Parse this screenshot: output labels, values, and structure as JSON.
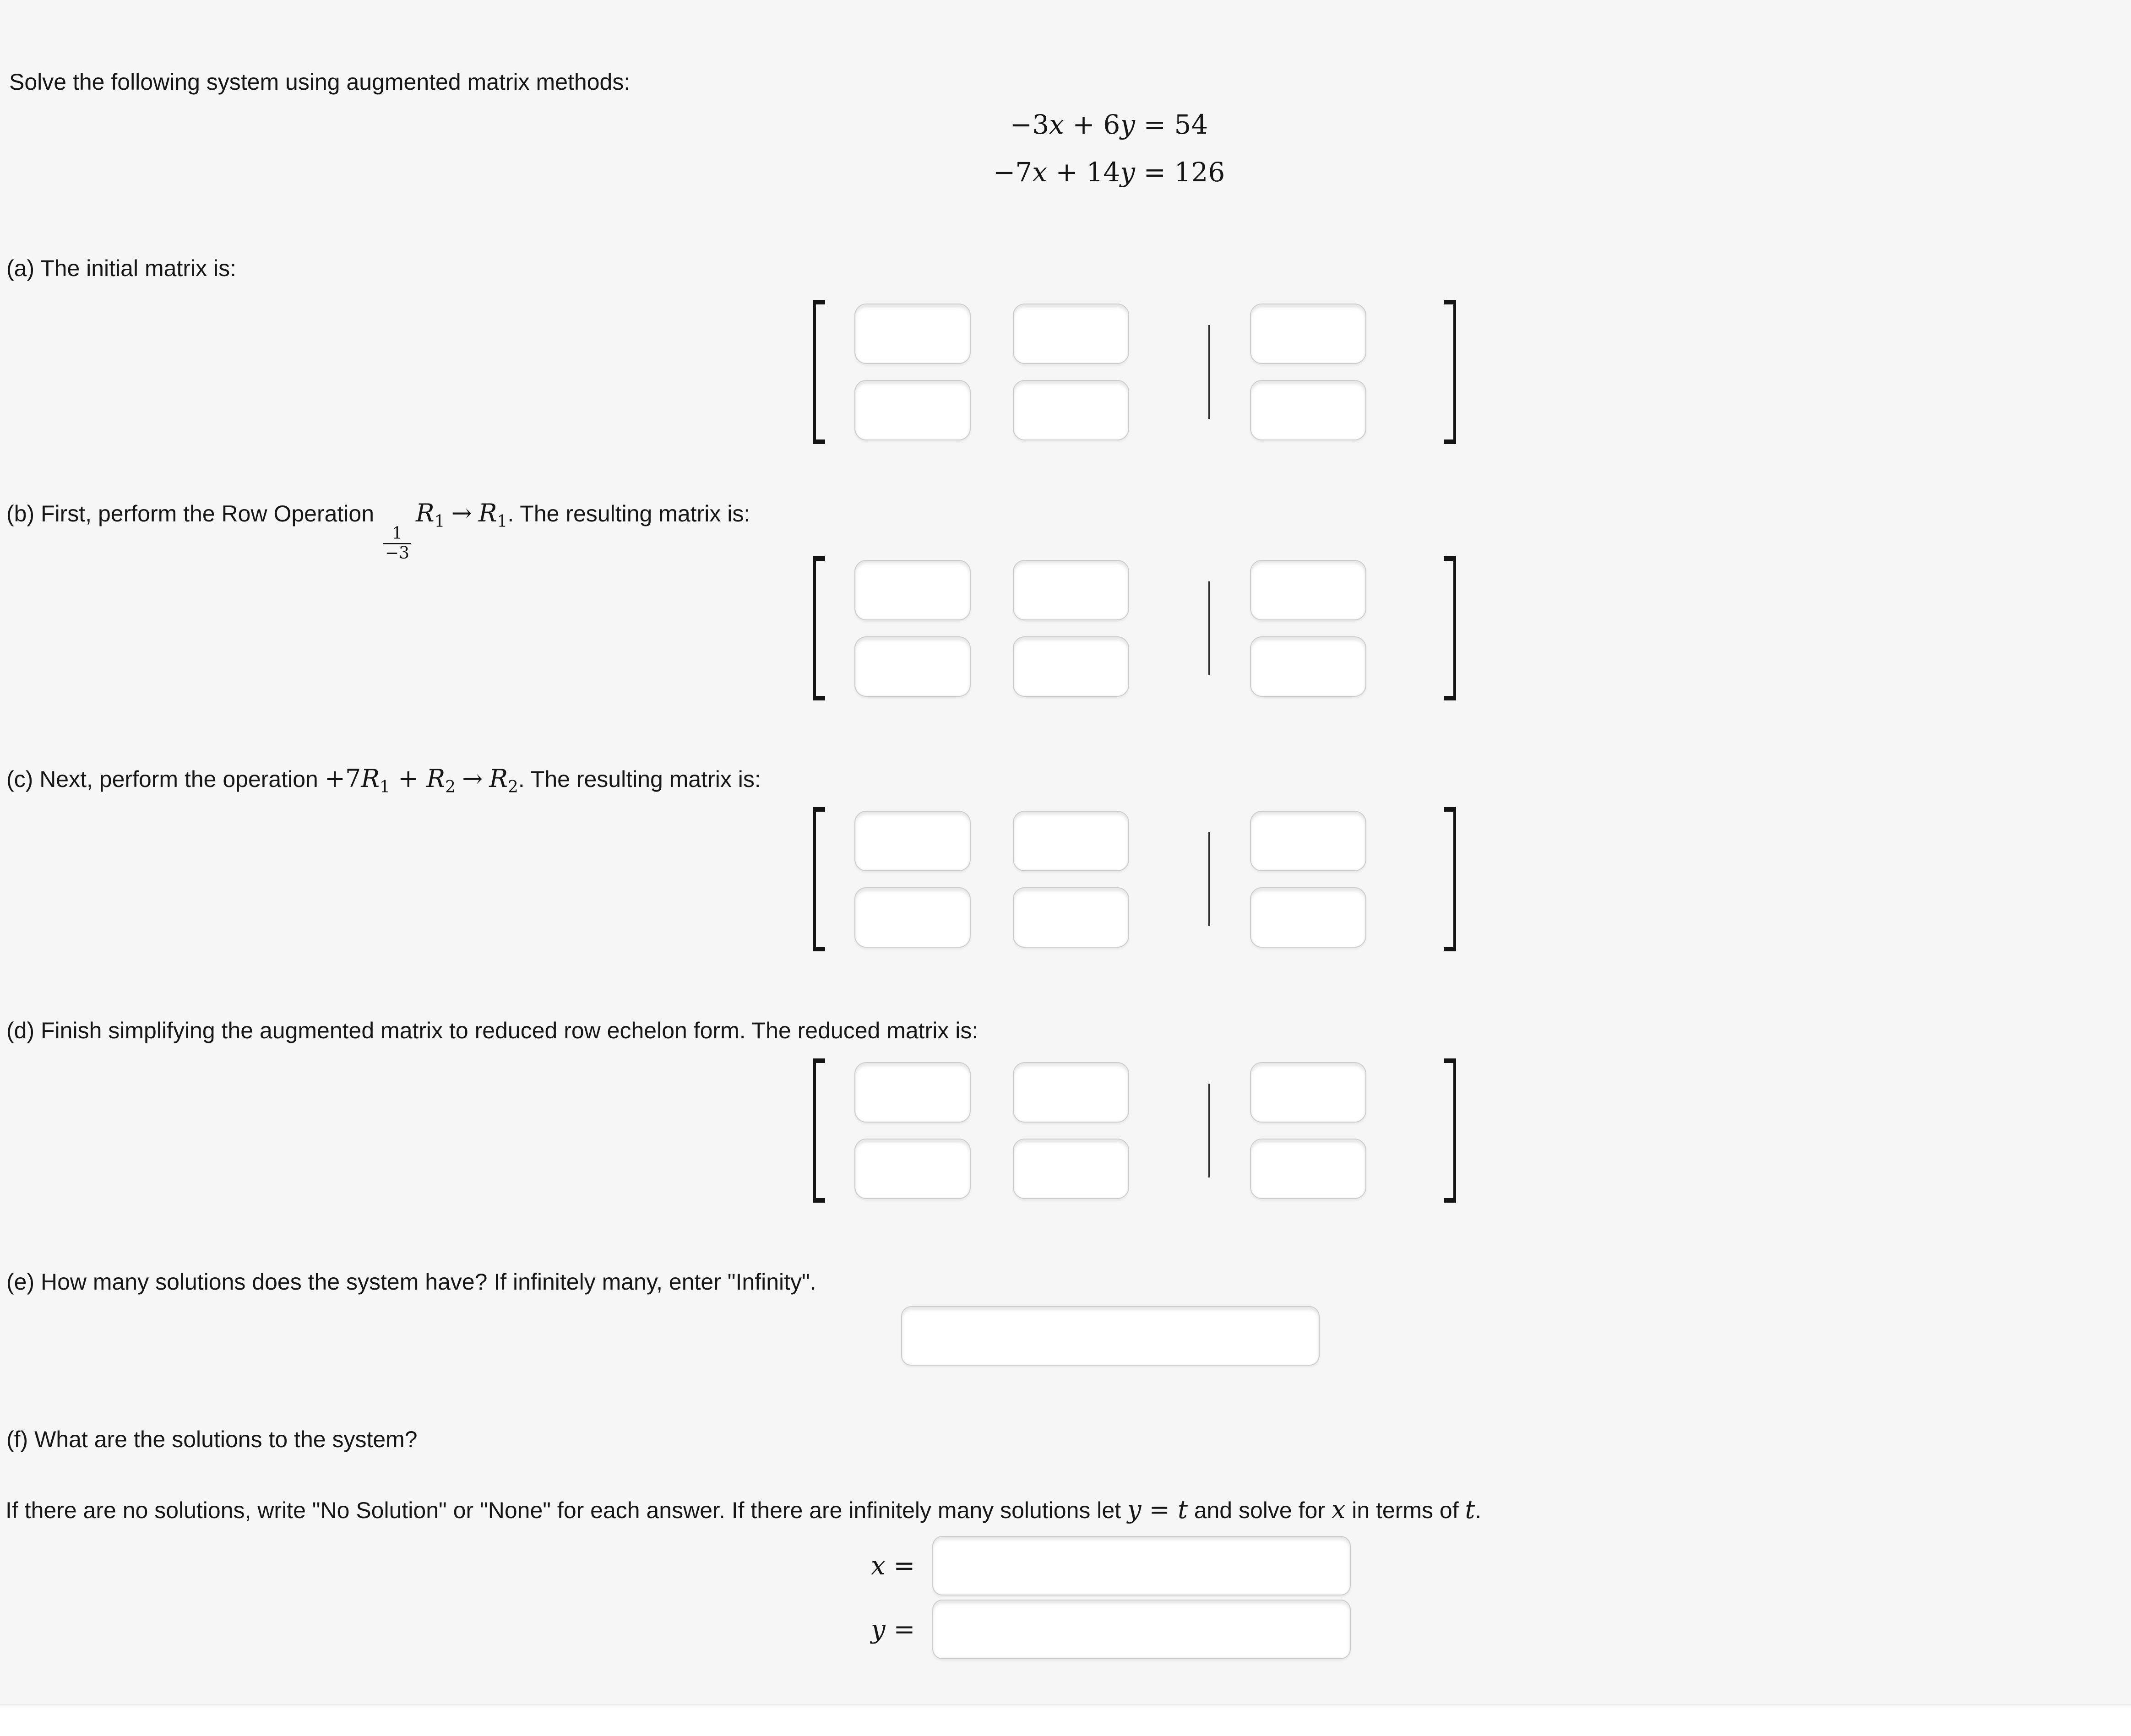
{
  "colors": {
    "page_bg": "#f6f6f7",
    "text": "#161616",
    "box_border": "#cdcdcd",
    "bracket": "#151515",
    "footer_bg": "#ffffff"
  },
  "header": {
    "title": "Solve the following system using augmented matrix methods:"
  },
  "system": {
    "eq1": {
      "coef1": "−3",
      "var1": "x",
      "plus": " + ",
      "coef2": "6",
      "var2": "y",
      "equals": " = ",
      "rhs": "54"
    },
    "eq2": {
      "coef1": "−7",
      "var1": "x",
      "plus": " + ",
      "coef2": "14",
      "var2": "y",
      "equals": " = ",
      "rhs": "126"
    }
  },
  "part_a": {
    "label": "(a) The initial matrix is:"
  },
  "part_b": {
    "prefix": "(b) First, perform the Row Operation ",
    "frac_num": "1",
    "frac_den": "−3",
    "r_from": "R",
    "r_from_sub": "1",
    "arrow": "→",
    "r_to": "R",
    "r_to_sub": "1",
    "suffix": ". The resulting matrix is:"
  },
  "part_c": {
    "prefix": "(c) Next, perform the operation ",
    "term1": "+7",
    "t1_r": "R",
    "t1_sub": "1",
    "plus": " + ",
    "t2_r": "R",
    "t2_sub": "2",
    "arrow": "→",
    "r_to": "R",
    "r_to_sub": "2",
    "suffix": ". The resulting matrix is:"
  },
  "part_d": {
    "label": "(d) Finish simplifying the augmented matrix to reduced row echelon form. The reduced matrix is:"
  },
  "part_e": {
    "label": "(e) How many solutions does the system have? If infinitely many, enter \"Infinity\".",
    "input_value": ""
  },
  "part_f": {
    "question": "(f) What are the solutions to the system?",
    "note_1": "If there are no solutions, write \"No Solution\" or \"None\" for each answer. If there are infinitely many solutions let ",
    "note_var_y": "y",
    "note_eq": " = ",
    "note_var_t1": "t",
    "note_2": " and solve for ",
    "note_var_x": "x",
    "note_3": " in terms of ",
    "note_var_t2": "t",
    "note_4": ".",
    "x_label_var": "x",
    "x_label_eq": " =",
    "y_label_var": "y",
    "y_label_eq": " =",
    "x_value": "",
    "y_value": ""
  },
  "matrices": {
    "a": {
      "entries": [
        [
          "",
          "",
          ""
        ],
        [
          "",
          "",
          ""
        ]
      ]
    },
    "b": {
      "entries": [
        [
          "",
          "",
          ""
        ],
        [
          "",
          "",
          ""
        ]
      ]
    },
    "c": {
      "entries": [
        [
          "",
          "",
          ""
        ],
        [
          "",
          "",
          ""
        ]
      ]
    },
    "d": {
      "entries": [
        [
          "",
          "",
          ""
        ],
        [
          "",
          "",
          ""
        ]
      ]
    }
  }
}
